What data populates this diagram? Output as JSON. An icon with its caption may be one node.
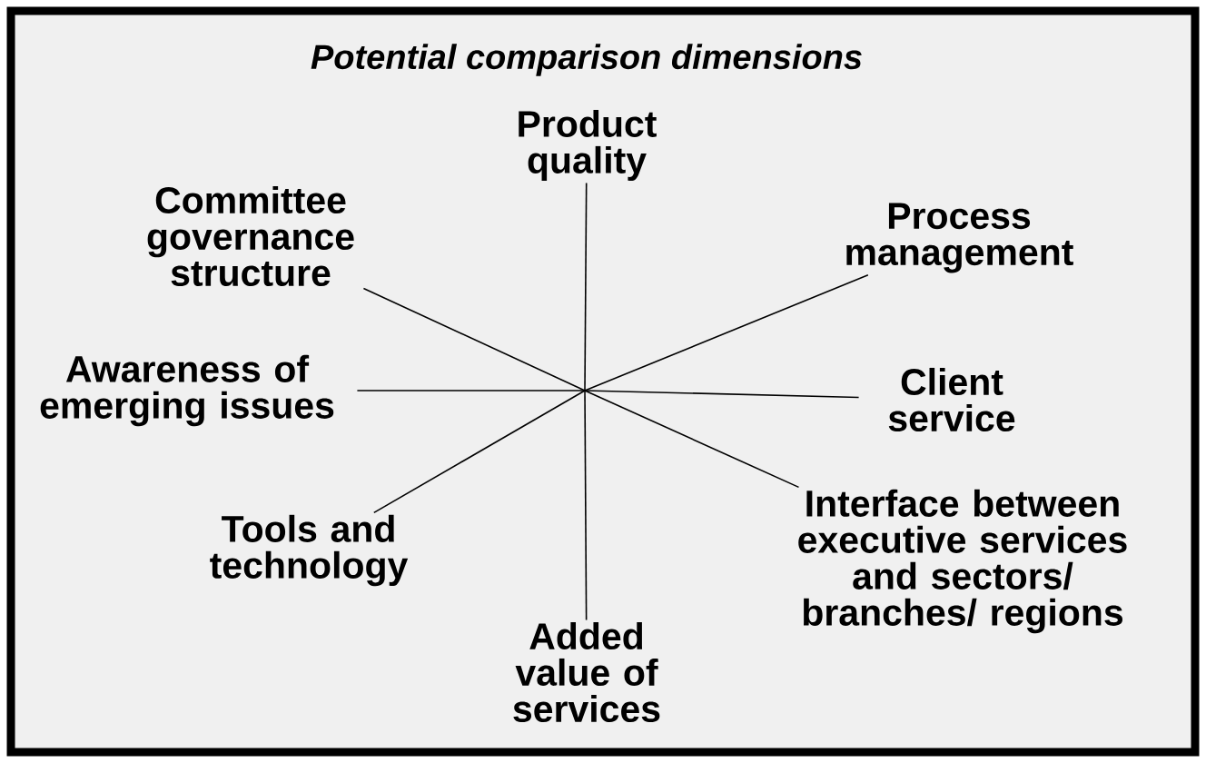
{
  "diagram": {
    "title": "Potential comparison dimensions",
    "nodes": [
      {
        "text": [
          "Product quality"
        ]
      },
      {
        "text": [
          "Committee governance structure"
        ]
      },
      {
        "text": [
          "Process management"
        ]
      },
      {
        "text": [
          "Awareness of emerging issues"
        ]
      },
      {
        "text": [
          "Client service"
        ]
      },
      {
        "text": [
          "Tools and technology"
        ]
      },
      {
        "text": [
          "Interface between executive services and sectors/ branches/ regions"
        ]
      },
      {
        "text": [
          "Added value of services"
        ]
      }
    ],
    "edges": [
      {
        "from": 0,
        "to": null,
        "arrow": "none"
      },
      {
        "from": 1,
        "to": null,
        "arrow": "none"
      },
      {
        "from": 2,
        "to": null,
        "arrow": "none"
      },
      {
        "from": 3,
        "to": null,
        "arrow": "none"
      },
      {
        "from": 4,
        "to": null,
        "arrow": "none"
      },
      {
        "from": 5,
        "to": null,
        "arrow": "none"
      },
      {
        "from": 6,
        "to": null,
        "arrow": "none"
      },
      {
        "from": 7,
        "to": null,
        "arrow": "none"
      }
    ]
  }
}
